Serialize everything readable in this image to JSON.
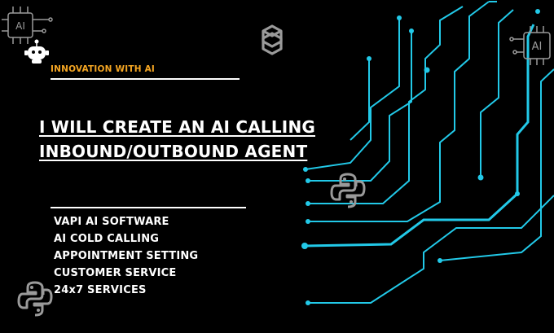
{
  "header": {
    "tag": "INNOVATION WITH AI"
  },
  "main": {
    "title_lines": [
      "I WILL  CREATE AN AI CALLING",
      "INBOUND/OUTBOUND AGENT"
    ],
    "services": [
      "VAPI AI SOFTWARE",
      "AI COLD CALLING",
      "APPOINTMENT SETTING",
      "CUSTOMER SERVICE",
      "24x7 SERVICES"
    ]
  },
  "icons": {
    "chip_label": "AI",
    "items": [
      "ai-chip-icon",
      "robot-icon",
      "openai-icon",
      "python-icon"
    ]
  },
  "colors": {
    "background": "#000000",
    "accent_tag": "#f5a623",
    "circuit": "#22c9e8",
    "icon_gray": "#9a9a9a",
    "text": "#ffffff"
  }
}
